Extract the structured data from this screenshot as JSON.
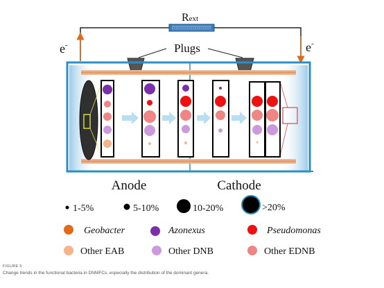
{
  "diagram": {
    "resistor_label": "R",
    "resistor_subscript": "ext",
    "electron_left": "e",
    "electron_right": "e",
    "electron_superscript": "-",
    "plugs_label": "Plugs",
    "anode_label": "Anode",
    "cathode_label": "Cathode"
  },
  "legend": {
    "size_items": [
      {
        "label": "1-5%"
      },
      {
        "label": "5-10%"
      },
      {
        "label": "10-20%"
      },
      {
        "label": ">20%"
      }
    ],
    "genus_items": [
      {
        "label": "Geobacter",
        "italic": true,
        "color": "#E06A1A"
      },
      {
        "label": "Azonexus",
        "italic": true,
        "color": "#7B2FA8"
      },
      {
        "label": "Pseudomonas",
        "italic": true,
        "color": "#EE1111"
      },
      {
        "label": "Other EAB",
        "italic": false,
        "color": "#F5B48A"
      },
      {
        "label": "Other DNB",
        "italic": false,
        "color": "#CC99DD"
      },
      {
        "label": "Other EDNB",
        "italic": false,
        "color": "#F08585"
      }
    ]
  },
  "colors": {
    "chamber_outline": "#2A8FC7",
    "chamber_glow": "#CDE7F6",
    "electrode_rod": "#E8A57A",
    "arrow": "#B9DDF1",
    "wire": "#E06A1A",
    "resistor": "#3C7DBF"
  },
  "caption": {
    "figure_label": "FIGURE 5",
    "text": "Change trends in the functional bacteria in DNMFCs, especially the distribution of the dominant genera."
  }
}
